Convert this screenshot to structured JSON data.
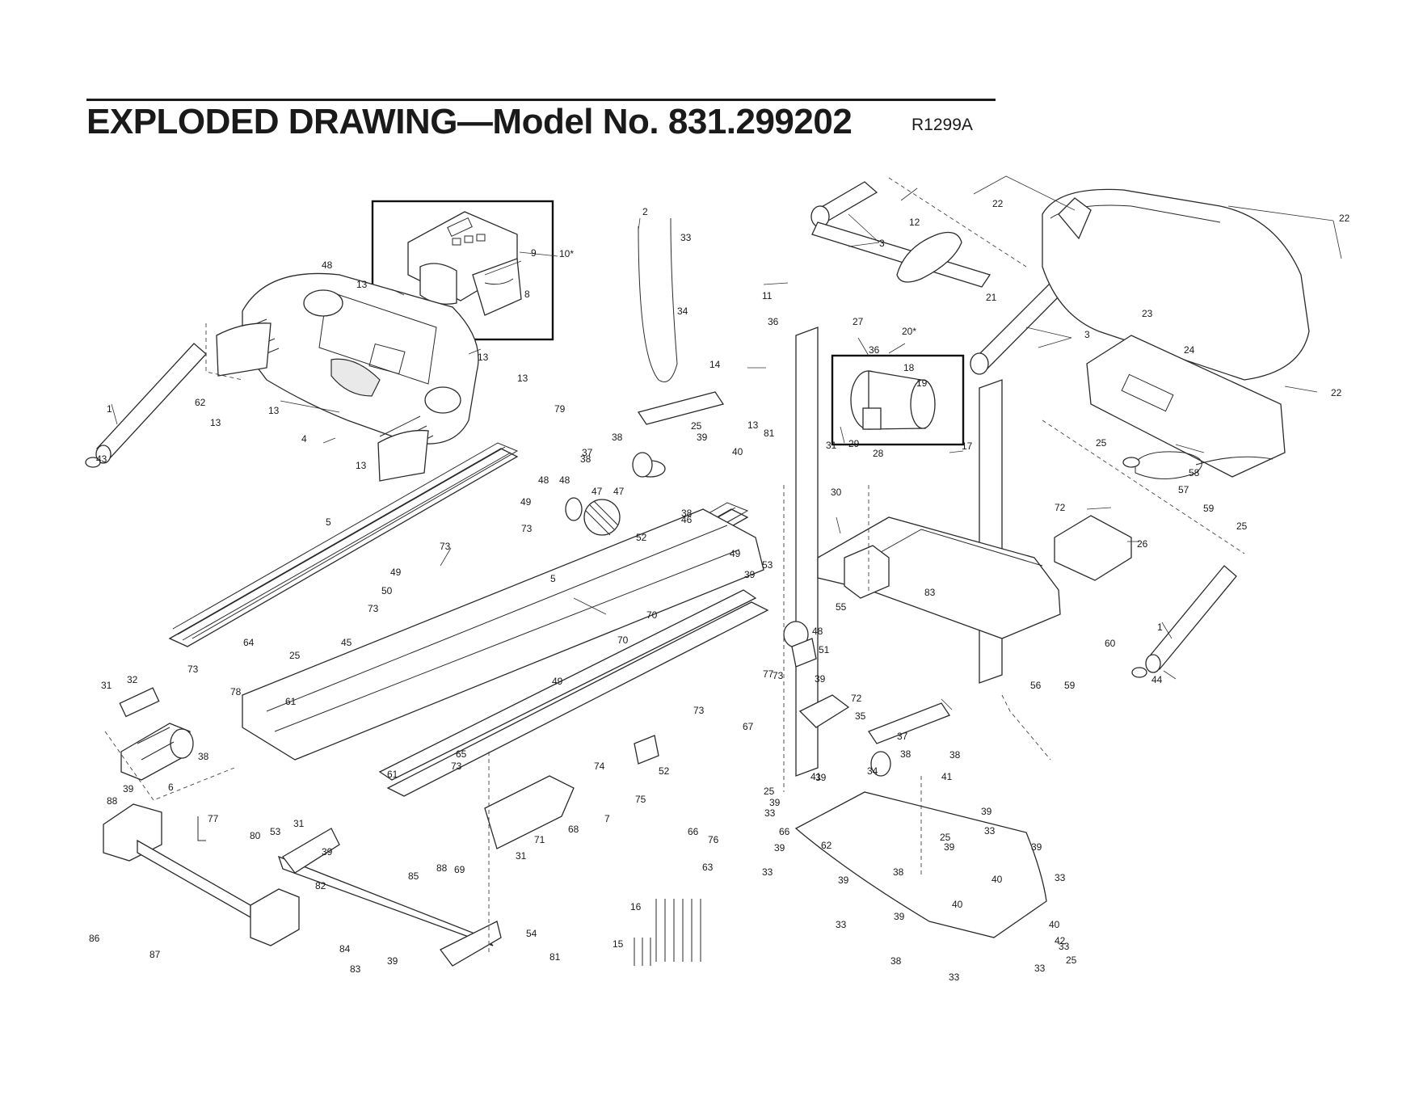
{
  "header": {
    "title": "EXPLODED DRAWING—Model No. 831.299202",
    "ref_code": "R1299A"
  },
  "callouts": [
    {
      "id": "c1",
      "text": "1"
    },
    {
      "id": "c1b",
      "text": "1"
    },
    {
      "id": "c2",
      "text": "2"
    },
    {
      "id": "c3",
      "text": "3"
    },
    {
      "id": "c3b",
      "text": "3"
    },
    {
      "id": "c4",
      "text": "4"
    },
    {
      "id": "c5",
      "text": "5"
    },
    {
      "id": "c5b",
      "text": "5"
    },
    {
      "id": "c6",
      "text": "6"
    },
    {
      "id": "c7",
      "text": "7"
    },
    {
      "id": "c8",
      "text": "8"
    },
    {
      "id": "c9",
      "text": "9"
    },
    {
      "id": "c10",
      "text": "10*"
    },
    {
      "id": "c11",
      "text": "11"
    },
    {
      "id": "c12",
      "text": "12"
    },
    {
      "id": "c13a",
      "text": "13"
    },
    {
      "id": "c13b",
      "text": "13"
    },
    {
      "id": "c13c",
      "text": "13"
    },
    {
      "id": "c13d",
      "text": "13"
    },
    {
      "id": "c13e",
      "text": "13"
    },
    {
      "id": "c13f",
      "text": "13"
    },
    {
      "id": "c13g",
      "text": "13"
    },
    {
      "id": "c14",
      "text": "14"
    },
    {
      "id": "c15",
      "text": "15"
    },
    {
      "id": "c16",
      "text": "16"
    },
    {
      "id": "c17",
      "text": "17"
    },
    {
      "id": "c18",
      "text": "18"
    },
    {
      "id": "c19",
      "text": "19"
    },
    {
      "id": "c20",
      "text": "20*"
    },
    {
      "id": "c21",
      "text": "21"
    },
    {
      "id": "c22a",
      "text": "22"
    },
    {
      "id": "c22b",
      "text": "22"
    },
    {
      "id": "c22c",
      "text": "22"
    },
    {
      "id": "c23",
      "text": "23"
    },
    {
      "id": "c24",
      "text": "24"
    },
    {
      "id": "c25a",
      "text": "25"
    },
    {
      "id": "c25b",
      "text": "25"
    },
    {
      "id": "c25c",
      "text": "25"
    },
    {
      "id": "c25d",
      "text": "25"
    },
    {
      "id": "c25e",
      "text": "25"
    },
    {
      "id": "c25f",
      "text": "25"
    },
    {
      "id": "c25g",
      "text": "25"
    },
    {
      "id": "c26",
      "text": "26"
    },
    {
      "id": "c27",
      "text": "27"
    },
    {
      "id": "c28",
      "text": "28"
    },
    {
      "id": "c29",
      "text": "29"
    },
    {
      "id": "c30",
      "text": "30"
    },
    {
      "id": "c31a",
      "text": "31"
    },
    {
      "id": "c31b",
      "text": "31"
    },
    {
      "id": "c31c",
      "text": "31"
    },
    {
      "id": "c31d",
      "text": "31"
    },
    {
      "id": "c32",
      "text": "32"
    },
    {
      "id": "c33a",
      "text": "33"
    },
    {
      "id": "c33b",
      "text": "33"
    },
    {
      "id": "c33c",
      "text": "33"
    },
    {
      "id": "c33d",
      "text": "33"
    },
    {
      "id": "c33e",
      "text": "33"
    },
    {
      "id": "c33f",
      "text": "33"
    },
    {
      "id": "c33g",
      "text": "33"
    },
    {
      "id": "c33h",
      "text": "33"
    },
    {
      "id": "c33i",
      "text": "33"
    },
    {
      "id": "c34a",
      "text": "34"
    },
    {
      "id": "c34b",
      "text": "34"
    },
    {
      "id": "c35",
      "text": "35"
    },
    {
      "id": "c36a",
      "text": "36"
    },
    {
      "id": "c36b",
      "text": "36"
    },
    {
      "id": "c37a",
      "text": "37"
    },
    {
      "id": "c37b",
      "text": "37"
    },
    {
      "id": "c38a",
      "text": "38"
    },
    {
      "id": "c38b",
      "text": "38"
    },
    {
      "id": "c38c",
      "text": "38"
    },
    {
      "id": "c38d",
      "text": "38"
    },
    {
      "id": "c38e",
      "text": "38"
    },
    {
      "id": "c38f",
      "text": "38"
    },
    {
      "id": "c38g",
      "text": "38"
    },
    {
      "id": "c38h",
      "text": "38"
    },
    {
      "id": "c39a",
      "text": "39"
    },
    {
      "id": "c39b",
      "text": "39"
    },
    {
      "id": "c39c",
      "text": "39"
    },
    {
      "id": "c39d",
      "text": "39"
    },
    {
      "id": "c39e",
      "text": "39"
    },
    {
      "id": "c39f",
      "text": "39"
    },
    {
      "id": "c39g",
      "text": "39"
    },
    {
      "id": "c39h",
      "text": "39"
    },
    {
      "id": "c39i",
      "text": "39"
    },
    {
      "id": "c39j",
      "text": "39"
    },
    {
      "id": "c39k",
      "text": "39"
    },
    {
      "id": "c39l",
      "text": "39"
    },
    {
      "id": "c39m",
      "text": "39"
    },
    {
      "id": "c39n",
      "text": "39"
    },
    {
      "id": "c40a",
      "text": "40"
    },
    {
      "id": "c40b",
      "text": "40"
    },
    {
      "id": "c40c",
      "text": "40"
    },
    {
      "id": "c40d",
      "text": "40"
    },
    {
      "id": "c41a",
      "text": "41"
    },
    {
      "id": "c41b",
      "text": "41"
    },
    {
      "id": "c42",
      "text": "42"
    },
    {
      "id": "c43",
      "text": "43"
    },
    {
      "id": "c44",
      "text": "44"
    },
    {
      "id": "c45",
      "text": "45"
    },
    {
      "id": "c46",
      "text": "46"
    },
    {
      "id": "c47a",
      "text": "47"
    },
    {
      "id": "c47b",
      "text": "47"
    },
    {
      "id": "c48a",
      "text": "48"
    },
    {
      "id": "c48b",
      "text": "48"
    },
    {
      "id": "c48c",
      "text": "48"
    },
    {
      "id": "c48d",
      "text": "48"
    },
    {
      "id": "c49a",
      "text": "49"
    },
    {
      "id": "c49b",
      "text": "49"
    },
    {
      "id": "c49c",
      "text": "49"
    },
    {
      "id": "c49d",
      "text": "49"
    },
    {
      "id": "c50",
      "text": "50"
    },
    {
      "id": "c51",
      "text": "51"
    },
    {
      "id": "c52a",
      "text": "52"
    },
    {
      "id": "c52b",
      "text": "52"
    },
    {
      "id": "c53a",
      "text": "53"
    },
    {
      "id": "c53b",
      "text": "53"
    },
    {
      "id": "c54",
      "text": "54"
    },
    {
      "id": "c55",
      "text": "55"
    },
    {
      "id": "c56",
      "text": "56"
    },
    {
      "id": "c57",
      "text": "57"
    },
    {
      "id": "c58",
      "text": "58"
    },
    {
      "id": "c59a",
      "text": "59"
    },
    {
      "id": "c59b",
      "text": "59"
    },
    {
      "id": "c60",
      "text": "60"
    },
    {
      "id": "c61a",
      "text": "61"
    },
    {
      "id": "c61b",
      "text": "61"
    },
    {
      "id": "c62a",
      "text": "62"
    },
    {
      "id": "c62b",
      "text": "62"
    },
    {
      "id": "c63",
      "text": "63"
    },
    {
      "id": "c64",
      "text": "64"
    },
    {
      "id": "c65",
      "text": "65"
    },
    {
      "id": "c66a",
      "text": "66"
    },
    {
      "id": "c66b",
      "text": "66"
    },
    {
      "id": "c67",
      "text": "67"
    },
    {
      "id": "c68",
      "text": "68"
    },
    {
      "id": "c69",
      "text": "69"
    },
    {
      "id": "c70a",
      "text": "70"
    },
    {
      "id": "c70b",
      "text": "70"
    },
    {
      "id": "c71",
      "text": "71"
    },
    {
      "id": "c72a",
      "text": "72"
    },
    {
      "id": "c72b",
      "text": "72"
    },
    {
      "id": "c73a",
      "text": "73"
    },
    {
      "id": "c73b",
      "text": "73"
    },
    {
      "id": "c73c",
      "text": "73"
    },
    {
      "id": "c73d",
      "text": "73"
    },
    {
      "id": "c73e",
      "text": "73"
    },
    {
      "id": "c73f",
      "text": "73"
    },
    {
      "id": "c73g",
      "text": "73"
    },
    {
      "id": "c74",
      "text": "74"
    },
    {
      "id": "c75",
      "text": "75"
    },
    {
      "id": "c76",
      "text": "76"
    },
    {
      "id": "c77a",
      "text": "77"
    },
    {
      "id": "c77b",
      "text": "77"
    },
    {
      "id": "c78",
      "text": "78"
    },
    {
      "id": "c79",
      "text": "79"
    },
    {
      "id": "c80",
      "text": "80"
    },
    {
      "id": "c81a",
      "text": "81"
    },
    {
      "id": "c81b",
      "text": "81"
    },
    {
      "id": "c82",
      "text": "82"
    },
    {
      "id": "c83a",
      "text": "83"
    },
    {
      "id": "c83b",
      "text": "83"
    },
    {
      "id": "c84",
      "text": "84"
    },
    {
      "id": "c85",
      "text": "85"
    },
    {
      "id": "c86",
      "text": "86"
    },
    {
      "id": "c87",
      "text": "87"
    },
    {
      "id": "c88a",
      "text": "88"
    },
    {
      "id": "c88b",
      "text": "88"
    }
  ]
}
